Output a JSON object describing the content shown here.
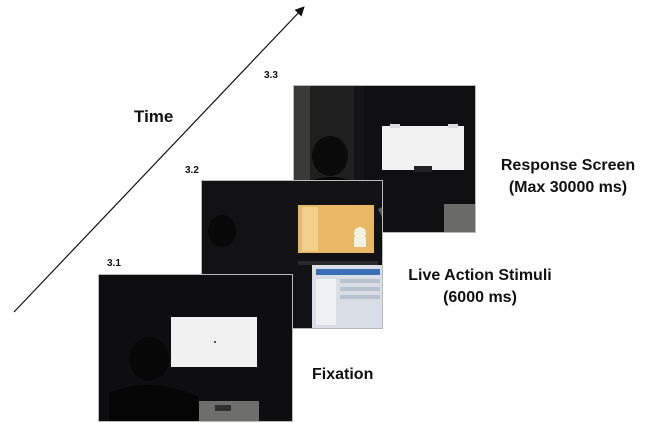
{
  "axis": {
    "label": "Time"
  },
  "steps": [
    {
      "number": "3.1",
      "caption": [
        "Fixation"
      ]
    },
    {
      "number": "3.2",
      "caption": [
        "Live Action Stimuli",
        "(6000 ms)"
      ]
    },
    {
      "number": "3.3",
      "caption": [
        "Response Screen",
        "(Max 30000 ms)"
      ]
    }
  ]
}
